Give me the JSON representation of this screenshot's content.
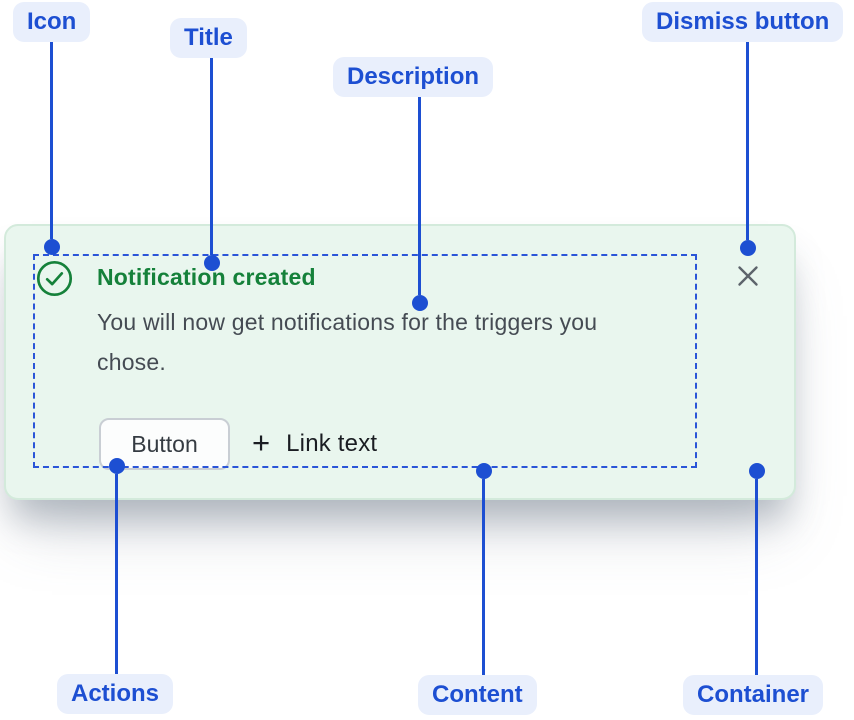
{
  "component": {
    "title": "Notification created",
    "description": "You will now get notifications for the triggers you chose.",
    "button_label": "Button",
    "plus_glyph": "+",
    "link_label": "Link text",
    "icons": {
      "status": "check-circle-icon",
      "dismiss": "close-icon",
      "link_prefix": "plus-icon"
    }
  },
  "annotations": {
    "icon": "Icon",
    "title": "Title",
    "description": "Description",
    "dismiss": "Dismiss button",
    "actions": "Actions",
    "content": "Content",
    "container": "Container"
  },
  "colors": {
    "annotation_blue": "#1d4fd2",
    "annotation_pill_bg": "#e9effc",
    "success_green": "#15813a",
    "card_background": "#e9f6ee",
    "card_border": "#d3eadb",
    "content_outline_blue": "#2b55d8",
    "description_text": "#454b53",
    "dismiss_gray": "#5d646b"
  }
}
